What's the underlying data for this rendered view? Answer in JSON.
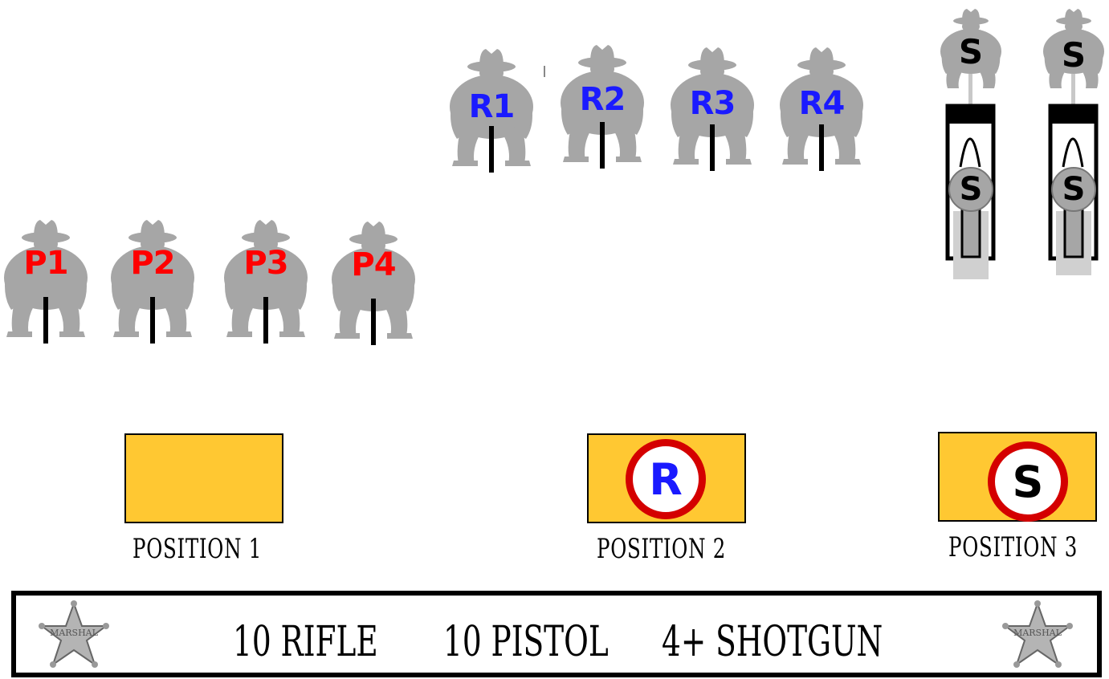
{
  "pistol_targets": [
    {
      "label": "P1"
    },
    {
      "label": "P2"
    },
    {
      "label": "P3"
    },
    {
      "label": "P4"
    }
  ],
  "rifle_targets": [
    {
      "label": "R1"
    },
    {
      "label": "R2"
    },
    {
      "label": "R3"
    },
    {
      "label": "R4"
    }
  ],
  "shotgun_stands": [
    {
      "top_label": "S",
      "knockdown_label": "S"
    },
    {
      "top_label": "S",
      "knockdown_label": "S"
    }
  ],
  "positions": [
    {
      "label": "POSITION 1",
      "badge": ""
    },
    {
      "label": "POSITION 2",
      "badge": "R"
    },
    {
      "label": "POSITION 3",
      "badge": "S"
    }
  ],
  "banner": {
    "rifle": "10 RIFLE",
    "pistol": "10 PISTOL",
    "shotgun": "4+ SHOTGUN",
    "star_text": "MARSHAL"
  },
  "colors": {
    "pistol": "#ff0000",
    "rifle": "#1a1aff",
    "target_gray": "#a6a6a6",
    "position_fill": "#ffc832",
    "badge_ring": "#d40000"
  }
}
